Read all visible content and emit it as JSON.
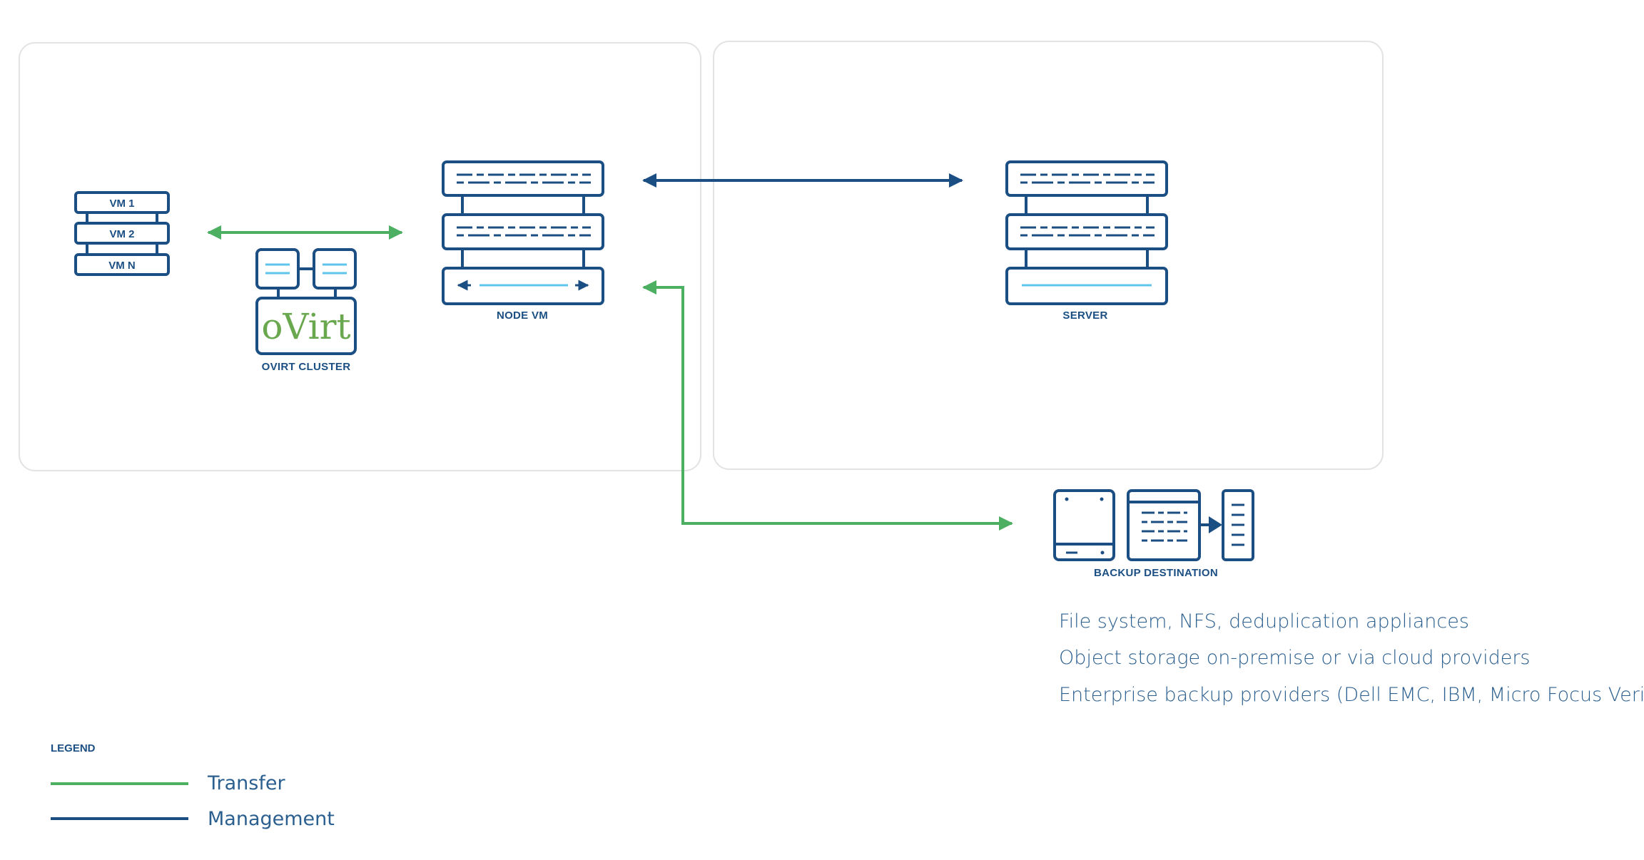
{
  "colors": {
    "transfer": "#4caf62",
    "management": "#1b4f83",
    "accent_light": "#5ec4ec",
    "panel_border": "#e3e3e3"
  },
  "nodes": {
    "vms": [
      "VM 1",
      "VM 2",
      "VM N"
    ],
    "ovirt_logo": "oVirt",
    "ovirt_cluster": "OVIRT CLUSTER",
    "node_vm": "NODE VM",
    "server": "SERVER",
    "backup_destination": "BACKUP DESTINATION"
  },
  "backup_options": [
    "File system, NFS, deduplication appliances",
    "Object storage on-premise or via cloud providers",
    "Enterprise backup providers (Dell EMC, IBM, Micro Focus Veritas)"
  ],
  "legend": {
    "title": "LEGEND",
    "items": [
      {
        "label": "Transfer",
        "color": "#4caf62"
      },
      {
        "label": "Management",
        "color": "#1b4f83"
      }
    ]
  },
  "icons": [
    "vm-stack-icon",
    "ovirt-cluster-icon",
    "node-vm-server-icon",
    "server-icon",
    "disk-drive-icon",
    "backup-document-icon",
    "tape-drive-icon",
    "arrow-icon"
  ]
}
